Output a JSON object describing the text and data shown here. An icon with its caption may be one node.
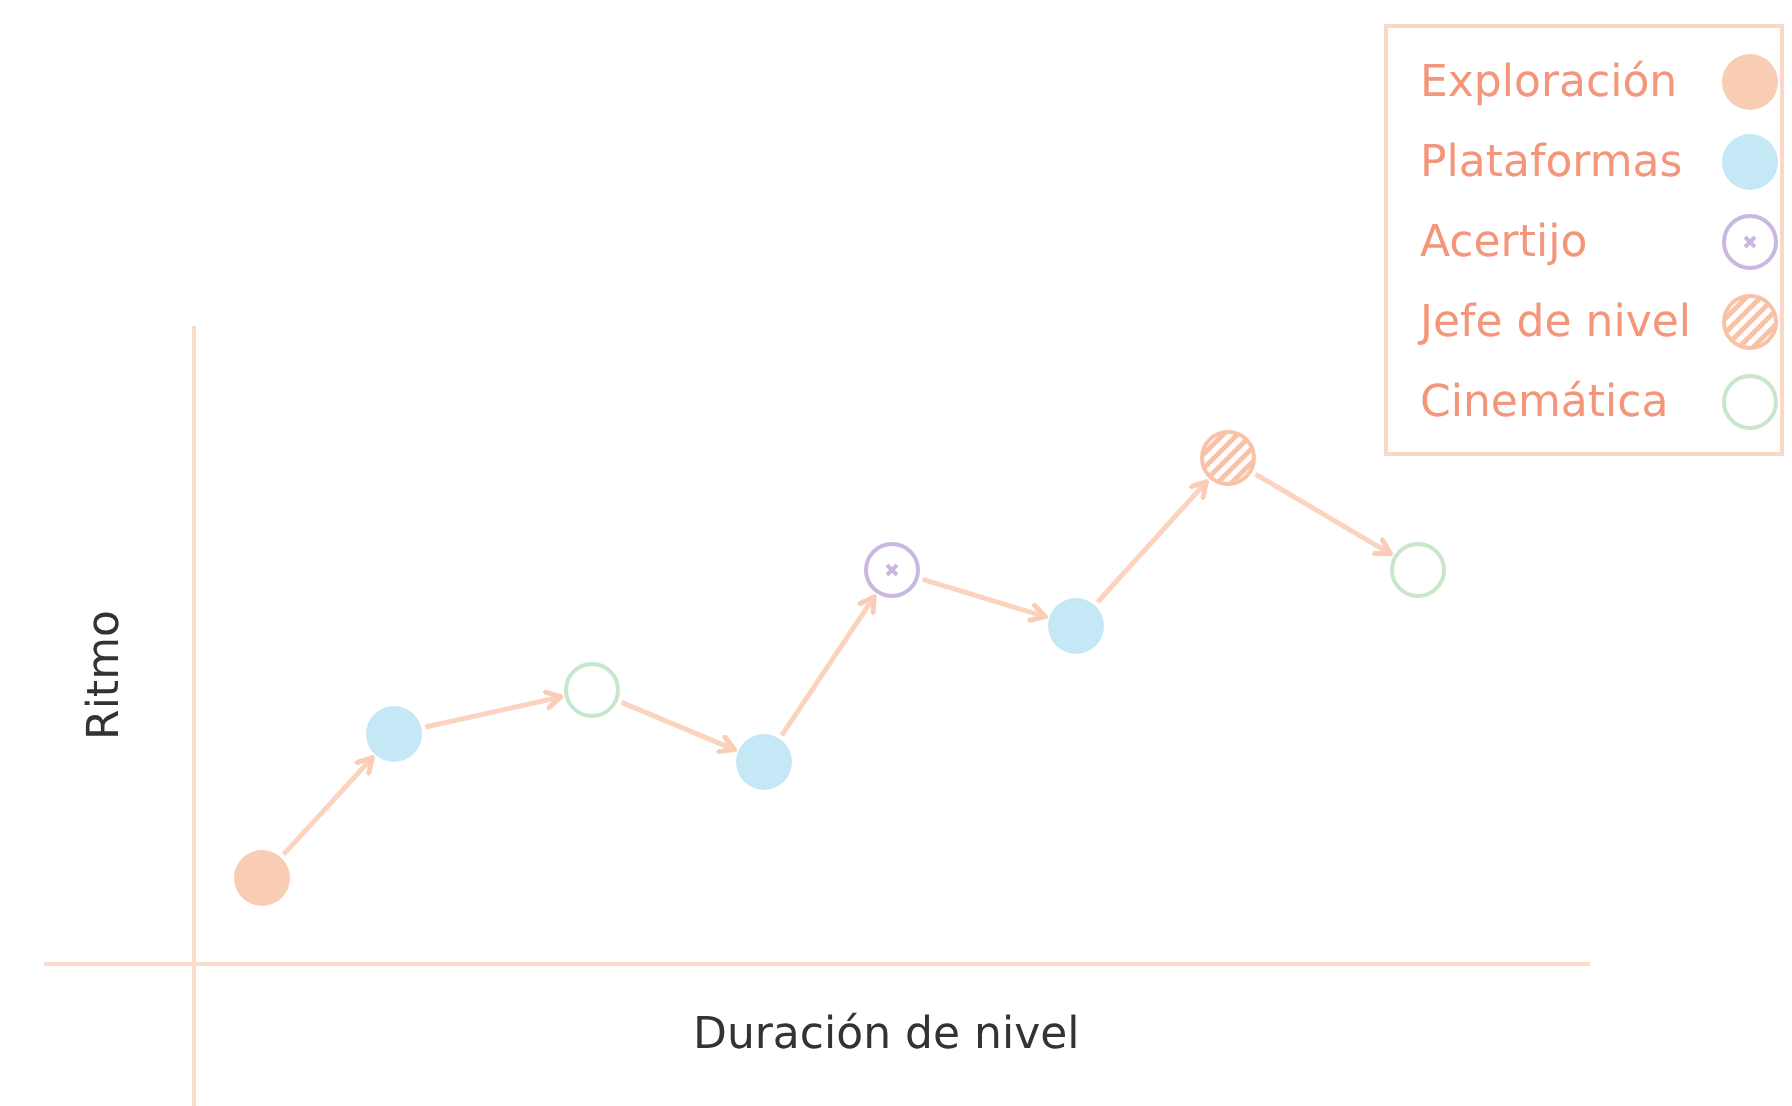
{
  "diagram": {
    "nodes": [
      {
        "text": [],
        "shape": "circle"
      },
      {
        "text": [],
        "shape": "circle"
      },
      {
        "text": [],
        "shape": "circle"
      },
      {
        "text": [],
        "shape": "circle"
      },
      {
        "text": [],
        "shape": "circle"
      },
      {
        "text": [],
        "shape": "circle"
      },
      {
        "text": [],
        "shape": "circle"
      },
      {
        "text": [],
        "shape": "circle"
      }
    ],
    "edges": [
      {
        "from": 0,
        "to": 1,
        "arrow": "to"
      },
      {
        "from": 1,
        "to": 2,
        "arrow": "to"
      },
      {
        "from": 2,
        "to": 3,
        "arrow": "to"
      },
      {
        "from": 3,
        "to": 4,
        "arrow": "to"
      },
      {
        "from": 4,
        "to": 5,
        "arrow": "to"
      },
      {
        "from": 5,
        "to": 6,
        "arrow": "to"
      },
      {
        "from": 6,
        "to": 7,
        "arrow": "to"
      }
    ],
    "labels": [
      "Ritmo",
      "Duración de nivel"
    ],
    "legend": [
      {
        "text": "Exploración",
        "color": "#f9cdb3"
      },
      {
        "text": "Plataformas",
        "color": "#c5e8f7"
      },
      {
        "text": "Acertijo"
      },
      {
        "text": "Jefe de nivel"
      },
      {
        "text": "Cinemática"
      }
    ]
  }
}
